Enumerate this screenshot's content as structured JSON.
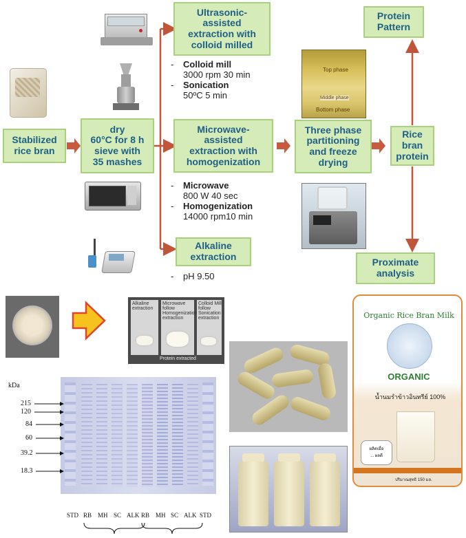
{
  "boxes": {
    "stabilized": "Stabilized\nrice bran",
    "dry": "dry\n60°C for 8 h\nsieve with\n35 mashes",
    "ultrasonic": "Ultrasonic-\nassisted\nextraction with\ncolloid milled",
    "microwave": "Microwave-\nassisted\nextraction with\nhomogenization",
    "alkaline": "Alkaline\nextraction",
    "tpp": "Three phase\npartitioning\nand freeze\ndrying",
    "rbp": "Rice\nbran\nprotein",
    "pattern": "Protein\nPattern",
    "proximate": "Proximate\nanalysis"
  },
  "params": {
    "colloid_name": "Colloid mill",
    "colloid_val": "3000 rpm 30 min",
    "sonic_name": "Sonication",
    "sonic_val": "50ºC 5 min",
    "mw_name": "Microwave",
    "mw_val": "800 W 40 sec",
    "homo_name": "Homogenization",
    "homo_val": "14000 rpm10 min",
    "ph_val": "pH 9.50",
    "bullet": "-"
  },
  "tpp_photo": {
    "top": "Top phase",
    "middle": "Middle phase",
    "bottom": "Bottom phase"
  },
  "bags": {
    "alkaline": "Alkaline\nextraction",
    "microwave": "Microwave follow\nHomogenization\nextraction",
    "colloid": "Colloid Mill\nfollow\nSonication\nextraction",
    "caption": "Protein extracted"
  },
  "gel": {
    "unit": "kDa",
    "markers": [
      "215",
      "120",
      "84",
      "60",
      "39.2",
      "18.3"
    ],
    "lanes": [
      "STD",
      "RB",
      "MH",
      "SC",
      "ALK",
      "RB",
      "MH",
      "SC",
      "ALK",
      "STD"
    ]
  },
  "product": {
    "brand": "Organic Rice Bran Milk",
    "organic": "ORGANIC",
    "thai_name": "น้ำนมรำข้าวอินทรีย์ 100%",
    "volume": "ปริมาณสุทธิ 150 มล.",
    "date_label": "ผลิตเมื่อ",
    "expiry_label": "... ผลดี"
  },
  "colors": {
    "box_fill": "#d5ecb8",
    "box_border": "#a9d07a",
    "box_text": "#1f5f86",
    "flow_arrow": "#c85a3f",
    "connector": "#c0553a"
  }
}
